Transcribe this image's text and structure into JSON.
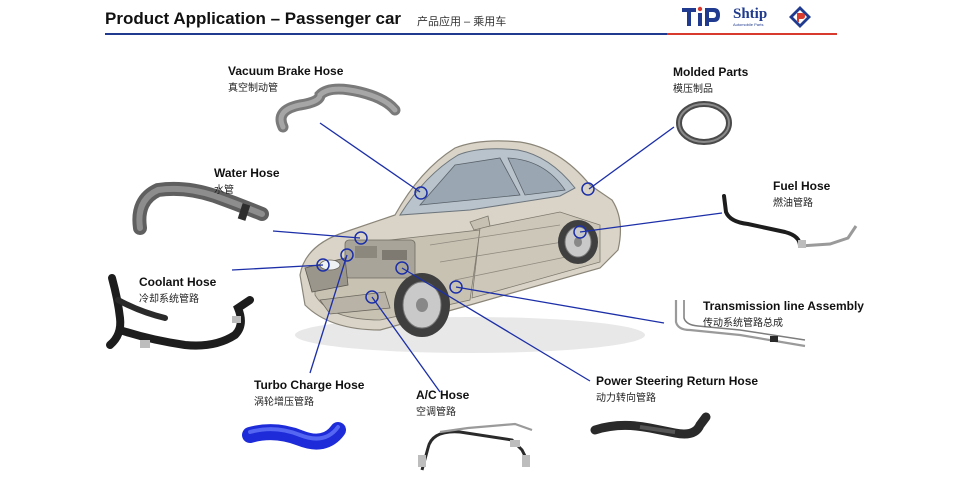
{
  "header": {
    "title": "Product Application – Passenger car",
    "subtitle": "产品应用 – 乘用车",
    "logo_shtip": "Shtip",
    "logo_shtip_sub": "Automobile Parts"
  },
  "colors": {
    "accent_blue": "#1f3a8f",
    "accent_red": "#d83a2e",
    "leader_line": "#1c2fa8"
  },
  "labels": {
    "vacuum_brake_hose": {
      "en": "Vacuum Brake Hose",
      "cn": "真空制动管"
    },
    "molded_parts": {
      "en": "Molded Parts",
      "cn": "模压制品"
    },
    "water_hose": {
      "en": "Water Hose",
      "cn": "水管"
    },
    "fuel_hose": {
      "en": "Fuel Hose",
      "cn": "燃油管路"
    },
    "coolant_hose": {
      "en": "Coolant Hose",
      "cn": "冷却系统管路"
    },
    "transmission_line": {
      "en": "Transmission line Assembly",
      "cn": "传动系统管路总成"
    },
    "turbo_charge_hose": {
      "en": "Turbo Charge Hose",
      "cn": "涡轮增压管路"
    },
    "ac_hose": {
      "en": "A/C Hose",
      "cn": "空调管路"
    },
    "power_steering_hose": {
      "en": "Power Steering Return Hose",
      "cn": "动力转向管路"
    }
  }
}
